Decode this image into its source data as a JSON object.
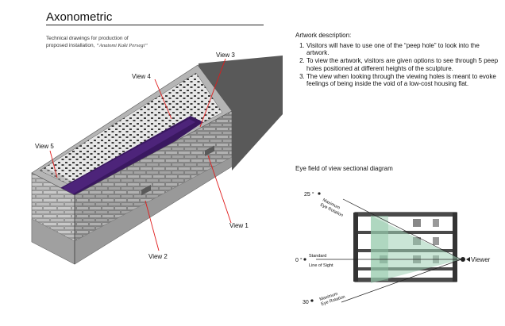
{
  "header": {
    "title": "Axonometric",
    "subtitle_line1": "Technical drawings for production of",
    "subtitle_line2_prefix": "proposed installation, ",
    "subtitle_line2_italic": "“Anatomi Kaki Persegi”"
  },
  "axonometric": {
    "view_labels": [
      "View 1",
      "View 2",
      "View 3",
      "View 4",
      "View 5"
    ],
    "colors": {
      "wall": "#9b9b9b",
      "shadow": "#595959",
      "void": "#3a1860",
      "label_line": "#e01b1b"
    }
  },
  "artwork": {
    "heading": "Artwork description:",
    "items": [
      "Visitors will have to use one of the “peep hole” to look into the artwork.",
      "To view the artwork, visitors are given options to see through 5 peep holes positioned at different heights of the sculpture.",
      "The view when looking through the viewing holes is meant to evoke feelings of being inside the void of a low-cost housing flat."
    ]
  },
  "eye_diagram": {
    "heading": "Eye field of view sectional diagram",
    "upper_angle": "25 °",
    "upper_line1": "Maximum",
    "upper_line2": "Eye Rotation",
    "mid_angle": "0 °",
    "mid_line1": "Standard",
    "mid_line2": "Line of Sight",
    "lower_angle": "30 °",
    "lower_line1": "Maximum",
    "lower_line2": "Eye Rotation",
    "viewer_label": "Viewer"
  }
}
